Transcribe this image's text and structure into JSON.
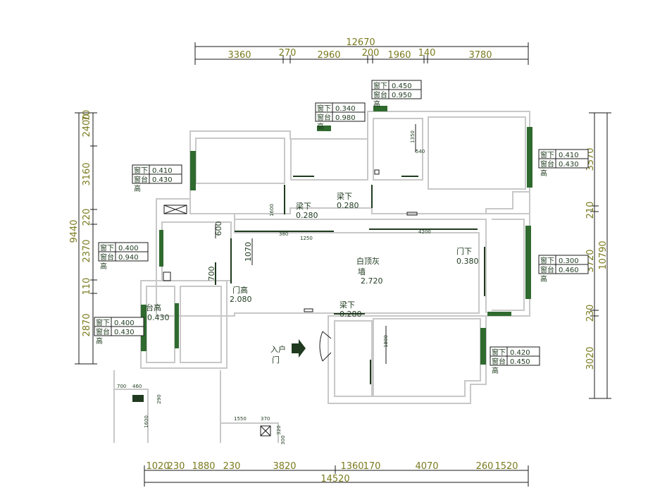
{
  "top_dims": {
    "total": "12670",
    "segments": [
      "3360",
      "270",
      "2960",
      "200",
      "1960",
      "140",
      "3780"
    ]
  },
  "bottom_dims": {
    "total": "14520",
    "segments": [
      "1020",
      "230",
      "1880",
      "230",
      "3820",
      "1360",
      "170",
      "4070",
      "260",
      "1520"
    ]
  },
  "left_dims": {
    "total": "9440",
    "segments": [
      "2400",
      "70",
      "3160",
      "220",
      "2370",
      "110",
      "2870"
    ]
  },
  "right_dims": {
    "total": "10790",
    "segments": [
      "3570",
      "210",
      "3720",
      "230",
      "3020"
    ]
  },
  "window_tags": [
    {
      "label_below": "窗下",
      "value_below": "0.450",
      "label_sill": "窗台",
      "value_sill": "0.950",
      "height_label": "高"
    },
    {
      "label_below": "窗下",
      "value_below": "0.340",
      "label_sill": "窗台",
      "value_sill": "0.980",
      "height_label": "高"
    },
    {
      "label_below": "窗下",
      "value_below": "0.410",
      "label_sill": "窗台",
      "value_sill": "0.430",
      "height_label": "高"
    },
    {
      "label_below": "窗下",
      "value_below": "0.410",
      "label_sill": "窗台",
      "value_sill": "0.430",
      "height_label": "高"
    },
    {
      "label_below": "窗下",
      "value_below": "0.400",
      "label_sill": "窗台",
      "value_sill": "0.940",
      "height_label": "高"
    },
    {
      "label_below": "窗下",
      "value_below": "0.300",
      "label_sill": "窗台",
      "value_sill": "0.460",
      "height_label": "高"
    },
    {
      "label_below": "窗下",
      "value_below": "0.400",
      "label_sill": "窗台",
      "value_sill": "0.430",
      "height_label": "高"
    },
    {
      "label_below": "窗下",
      "value_below": "0.420",
      "label_sill": "窗台",
      "value_sill": "0.450",
      "height_label": "高"
    }
  ],
  "annotations": {
    "beam_a": {
      "label": "梁下",
      "value": "0.280"
    },
    "beam_b": {
      "label": "梁下",
      "value": "0.280"
    },
    "beam_c": {
      "label": "梁下",
      "value": "0.280"
    },
    "door_under": {
      "label": "门下",
      "value": "0.380"
    },
    "door_high": {
      "label": "门高",
      "value": "2.080"
    },
    "sill_high": {
      "label": "台高",
      "value": "0.430"
    },
    "ceiling": {
      "line1": "白顶灰",
      "line2": "墙",
      "value": "2.720"
    },
    "entry": {
      "line1": "入户",
      "line2": "门"
    }
  },
  "inner_dims": [
    "600",
    "1070",
    "700",
    "1350",
    "1800",
    "380",
    "1250",
    "4200",
    "540",
    "1600"
  ],
  "inset_dims": [
    "700",
    "460",
    "290",
    "1600",
    "1550",
    "370",
    "300",
    "320"
  ]
}
